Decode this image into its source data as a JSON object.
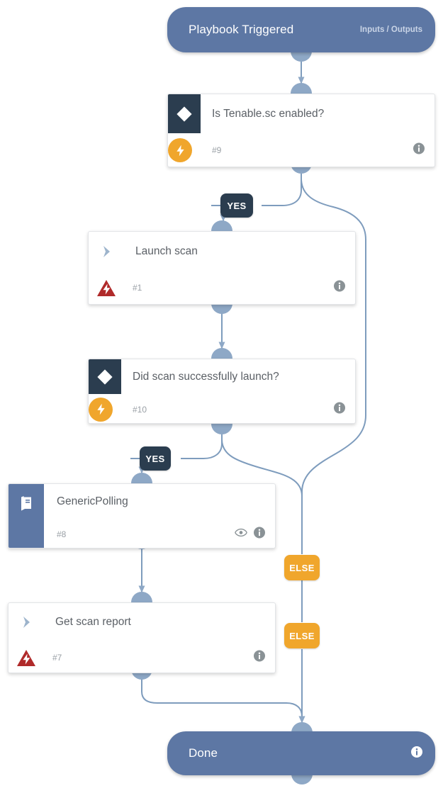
{
  "diagram": {
    "title": "Playbook workflow",
    "colors": {
      "pill_bg": "#5d77a4",
      "card_bg": "#ffffff",
      "icon_square": "#2b3d4f",
      "badge_yellow": "#f0a62c",
      "badge_red": "#b02a2a",
      "edge": "#7e9cbd",
      "port": "#8ea8c6",
      "yes_label_bg": "#2b3d4f",
      "else_label_bg": "#f0a62c",
      "title_text": "#5b6066",
      "id_text": "#9aa0a6"
    },
    "nodes": [
      {
        "key": "start",
        "kind": "pill",
        "title": "Playbook Triggered",
        "right_label": "Inputs / Outputs",
        "icons": []
      },
      {
        "key": "is_tenable_enabled",
        "kind": "condition",
        "title": "Is Tenable.sc enabled?",
        "id": "#9",
        "left_icon": "diamond-icon",
        "badge": "lightning-bolt-icon",
        "icons": [
          "info-icon"
        ]
      },
      {
        "key": "launch_scan",
        "kind": "task",
        "title": "Launch scan",
        "id": "#1",
        "left_icon": "chevron-right-icon",
        "badge": "warning-triangle-icon",
        "icons": [
          "info-icon"
        ]
      },
      {
        "key": "did_scan_launch",
        "kind": "condition",
        "title": "Did scan successfully launch?",
        "id": "#10",
        "left_icon": "diamond-icon",
        "badge": "lightning-bolt-icon",
        "icons": [
          "info-icon"
        ]
      },
      {
        "key": "generic_polling",
        "kind": "subplaybook",
        "title": "GenericPolling",
        "id": "#8",
        "left_icon": "book-icon",
        "icons": [
          "eye-icon",
          "info-icon"
        ]
      },
      {
        "key": "get_scan_report",
        "kind": "task",
        "title": "Get scan report",
        "id": "#7",
        "left_icon": "chevron-right-icon",
        "badge": "warning-triangle-icon",
        "icons": [
          "info-icon"
        ]
      },
      {
        "key": "done",
        "kind": "pill",
        "title": "Done",
        "right_label": "",
        "icons": [
          "info-icon"
        ]
      }
    ],
    "branch_labels": [
      {
        "key": "yes_tenable",
        "text": "YES",
        "style": "yes"
      },
      {
        "key": "yes_scan_launched",
        "text": "YES",
        "style": "yes"
      },
      {
        "key": "else_scan_launched",
        "text": "ELSE",
        "style": "els"
      },
      {
        "key": "else_tenable",
        "text": "ELSE",
        "style": "els"
      }
    ]
  }
}
